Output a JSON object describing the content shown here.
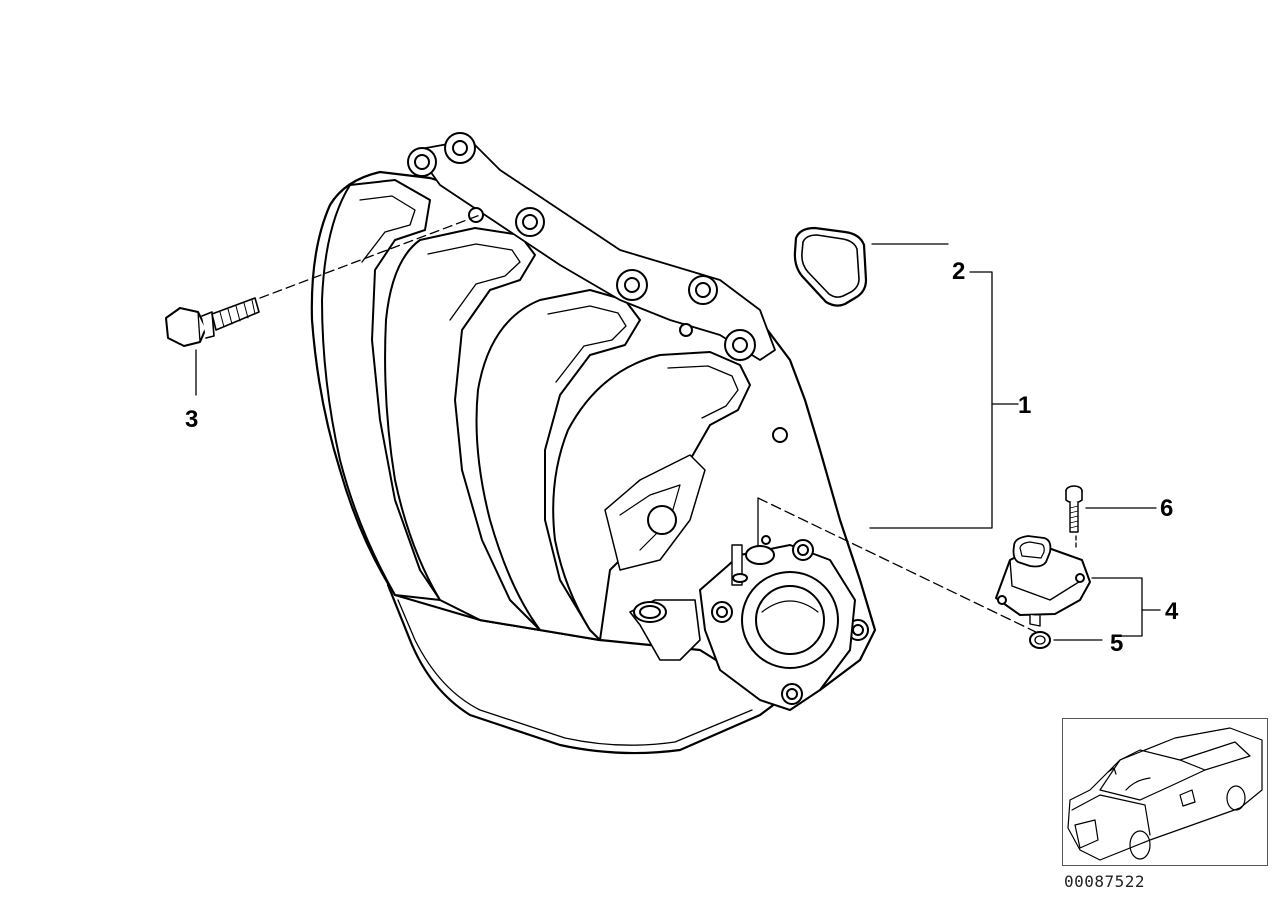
{
  "callouts": {
    "c1": "1",
    "c2": "2",
    "c3": "3",
    "c4": "4",
    "c5": "5",
    "c6": "6"
  },
  "reference_number": "00087522",
  "icons": {
    "main_part": "intake-manifold-icon",
    "gasket": "gasket-ring-icon",
    "bolt": "hex-bolt-icon",
    "screw": "screw-icon",
    "sensor": "sensor-module-icon",
    "o_ring": "o-ring-icon",
    "vehicle": "car-outline-icon"
  },
  "colors": {
    "line": "#000000",
    "fill": "#ffffff"
  }
}
